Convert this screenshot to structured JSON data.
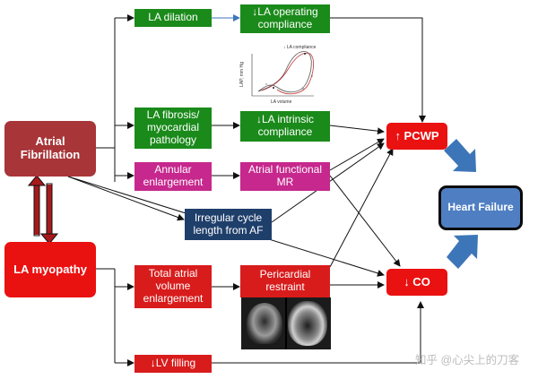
{
  "nodes": {
    "atrial_fibrillation": "Atrial\nFibrillation",
    "la_myopathy": "LA myopathy",
    "la_dilation": "LA dilation",
    "la_operating_compliance": "↓LA operating\ncompliance",
    "la_fibrosis": "LA fibrosis/\nmyocardial\npathology",
    "la_intrinsic_compliance": "↓LA intrinsic\ncompliance",
    "annular_enlargement": "Annular\nenlargement",
    "atrial_functional_mr": "Atrial functional\nMR",
    "irregular_cycle": "Irregular cycle\nlength from AF",
    "total_atrial_volume": "Total atrial\nvolume\nenlargement",
    "pericardial_restraint": "Pericardial\nrestraint",
    "lv_filling": "↓LV filling",
    "pcwp": "↑ PCWP",
    "co": "↓ CO",
    "heart_failure": "Heart Failure"
  },
  "inset_plot": {
    "title": "↓ LA compliance",
    "xlabel": "LA volume",
    "ylabel": "LAP, mm Hg"
  },
  "watermark": "知乎 @心尖上的刀客",
  "colors": {
    "green": "#1a8a1a",
    "magenta": "#c6288d",
    "red": "#d81c1c",
    "dark_red": "#a83538",
    "navy": "#1f3f6b",
    "bright_red": "#ea1111",
    "heart_failure_blue": "#4f7fc2",
    "big_arrow_blue": "#3d76b8"
  }
}
